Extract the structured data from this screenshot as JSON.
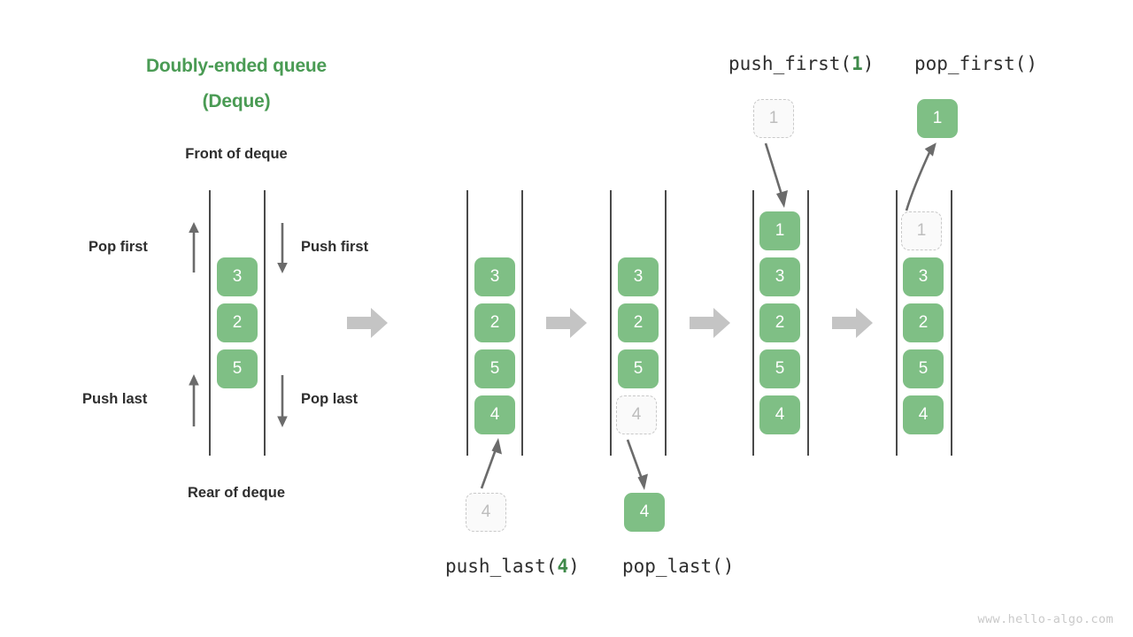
{
  "title": {
    "line1": "Doubly-ended queue",
    "line2": "(Deque)",
    "color": "#4A9B54"
  },
  "labels": {
    "front": "Front of deque",
    "rear": "Rear of deque",
    "pop_first": "Pop first",
    "push_first": "Push first",
    "push_last": "Push last",
    "pop_last": "Pop last"
  },
  "code_labels": {
    "push_first": {
      "prefix": "push_first(",
      "arg": "1",
      "suffix": ")"
    },
    "pop_first": {
      "prefix": "pop_first()",
      "arg": "",
      "suffix": ""
    },
    "push_last": {
      "prefix": "push_last(",
      "arg": "4",
      "suffix": ")"
    },
    "pop_last": {
      "prefix": "pop_last()",
      "arg": "",
      "suffix": ""
    }
  },
  "colors": {
    "cell_fill": "#7FBF85",
    "cell_text": "#ffffff",
    "ghost_fill": "#fafafa",
    "ghost_border": "#c9c9c9",
    "ghost_text": "#bdbdbd",
    "rail": "#4a4a4a",
    "block_arrow": "#c4c4c4",
    "thin_arrow": "#6b6b6b",
    "accent_green": "#4A9B54",
    "text": "#2e2e2e"
  },
  "panels": [
    {
      "name": "overview",
      "cells": [
        "3",
        "2",
        "5"
      ],
      "ghost_top": null,
      "ghost_bottom": null,
      "external_top": null,
      "external_bottom": null
    },
    {
      "name": "push-last-before",
      "cells": [
        "3",
        "2",
        "5",
        "4"
      ],
      "ghost_top": null,
      "ghost_bottom": null,
      "external_top": null,
      "external_bottom": {
        "value": "4",
        "style": "ghost"
      }
    },
    {
      "name": "pop-last",
      "cells": [
        "3",
        "2",
        "5"
      ],
      "ghost_top": null,
      "ghost_bottom": "4",
      "external_top": null,
      "external_bottom": {
        "value": "4",
        "style": "solid"
      }
    },
    {
      "name": "push-first-after",
      "cells": [
        "1",
        "3",
        "2",
        "5",
        "4"
      ],
      "ghost_top": null,
      "ghost_bottom": null,
      "external_top": {
        "value": "1",
        "style": "ghost"
      },
      "external_bottom": null
    },
    {
      "name": "pop-first",
      "cells": [
        "3",
        "2",
        "5",
        "4"
      ],
      "ghost_top": "1",
      "ghost_bottom": null,
      "external_top": {
        "value": "1",
        "style": "solid"
      },
      "external_bottom": null
    }
  ],
  "watermark": "www.hello-algo.com"
}
